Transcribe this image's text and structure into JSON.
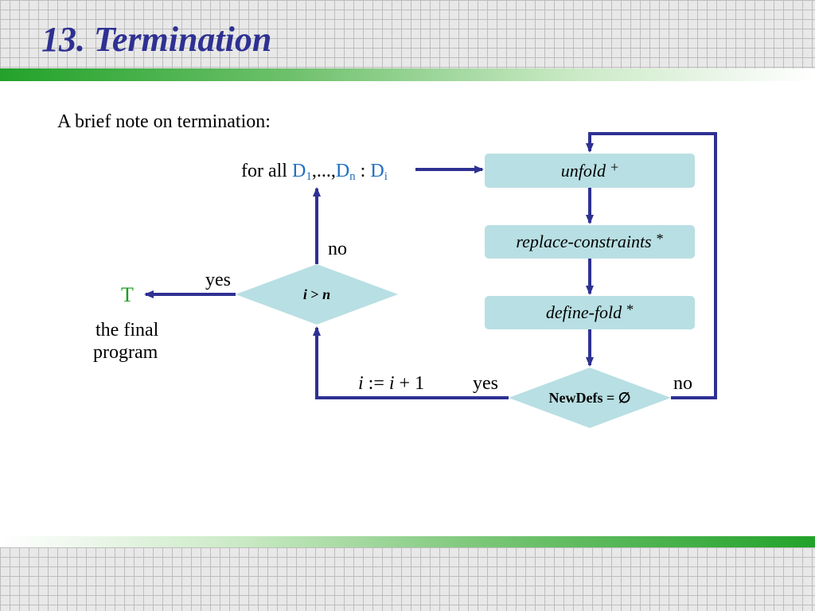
{
  "slide": {
    "title": "13. Termination",
    "intro": "A brief note on termination:"
  },
  "loop_header": {
    "prefix": "for all ",
    "d_first": "D",
    "d_first_sub": "1",
    "ellipsis": ",...,",
    "d_last": "D",
    "d_last_sub": "n",
    "colon": " : ",
    "d_i": "D",
    "d_i_sub": "i"
  },
  "steps": {
    "unfold": {
      "name": "unfold",
      "mark": "+"
    },
    "replace_constraints": {
      "name": "replace-constraints",
      "mark": "*"
    },
    "define_fold": {
      "name": "define-fold",
      "mark": "*"
    }
  },
  "decisions": {
    "index_check": {
      "var_i": "i",
      "op": " > ",
      "var_n": "n"
    },
    "newdefs_check": {
      "label": "NewDefs = ∅"
    }
  },
  "edge_labels": {
    "newdefs_no": "no",
    "newdefs_yes": "yes",
    "index_no": "no",
    "index_yes": "yes"
  },
  "increment": {
    "var1": "i",
    "assign": " := ",
    "var2": "i",
    "rest": " + 1"
  },
  "result": {
    "symbol": "T",
    "caption_line1": "the final",
    "caption_line2": "program"
  },
  "colors": {
    "title": "#2e3192",
    "arrow": "#2e3192",
    "box_fill": "#b8dfe3",
    "accent_blue": "#1f6fc1",
    "accent_green": "#1e9e1e"
  }
}
